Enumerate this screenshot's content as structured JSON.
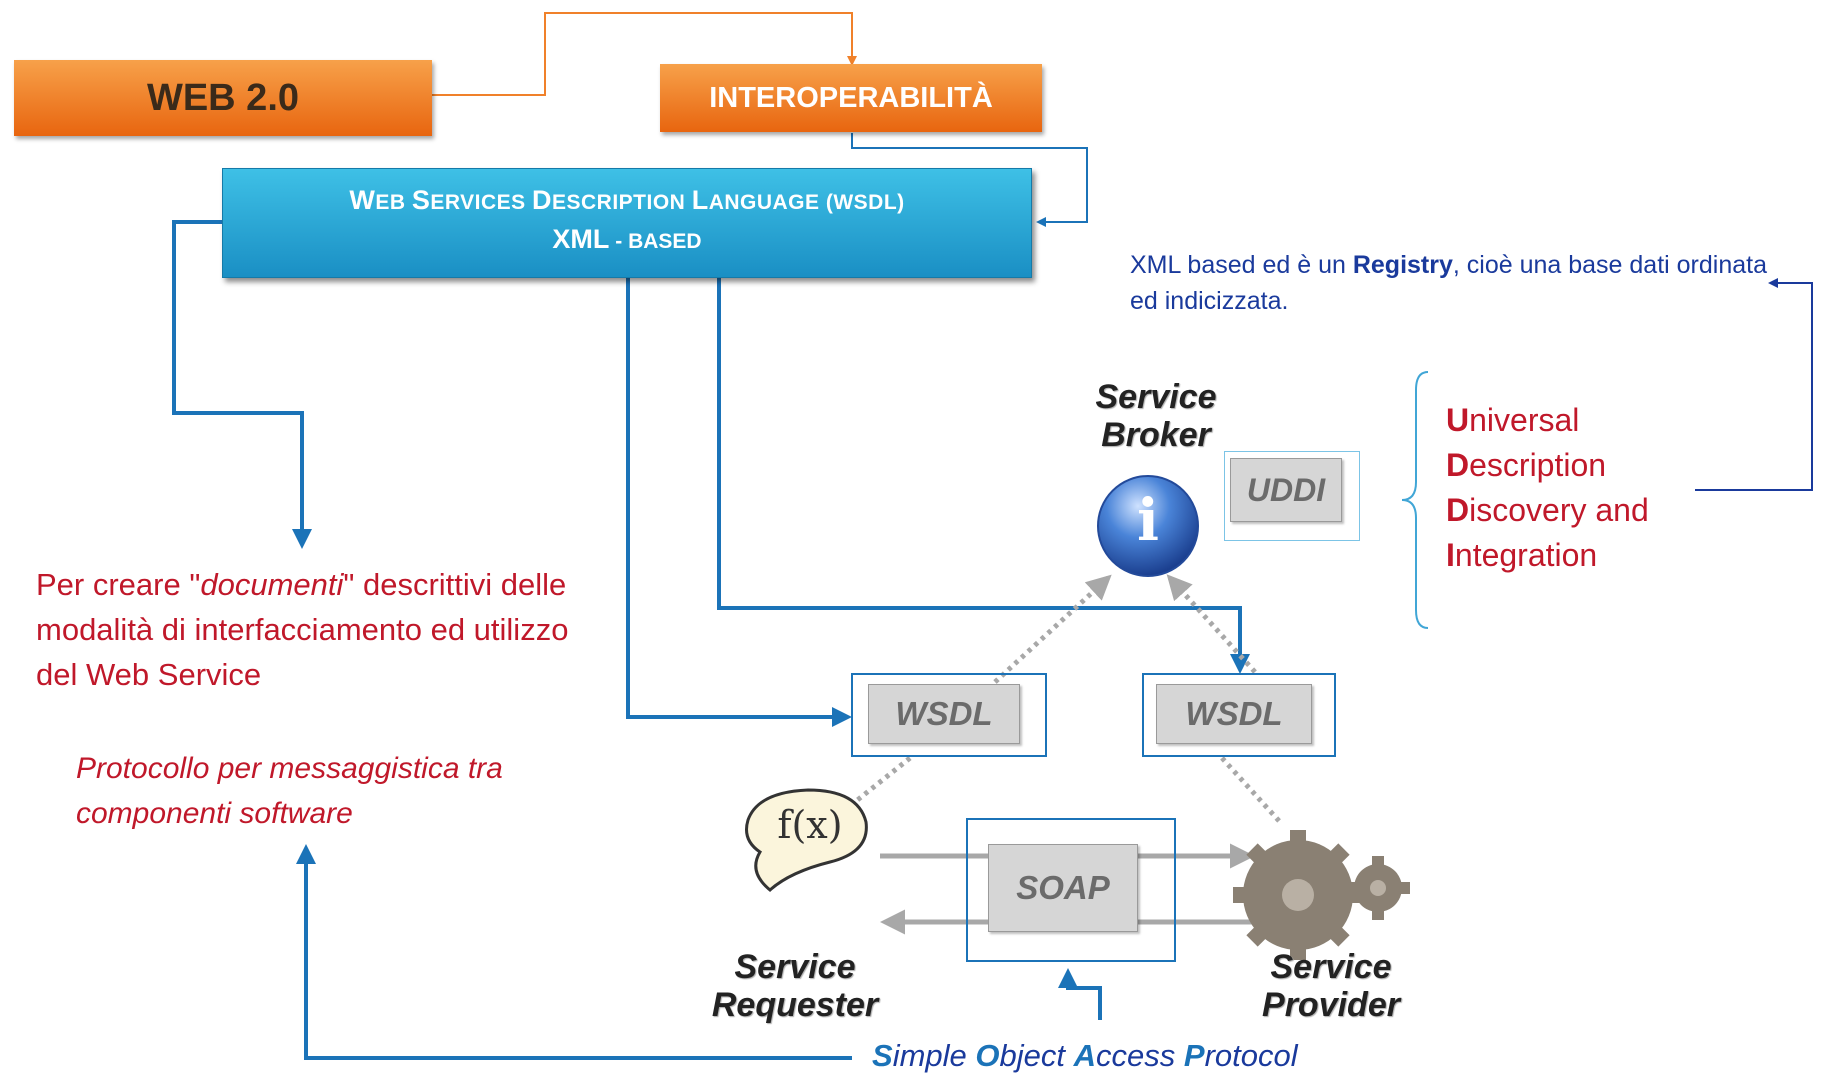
{
  "header": {
    "web20": "WEB 2.0",
    "interop": "INTEROPERABILITÀ"
  },
  "wsdl_box": {
    "line1_parts": [
      "W",
      "EB ",
      "S",
      "ERVICES ",
      "D",
      "ESCRIPTION ",
      "L",
      "ANGUAGE (WSDL)"
    ],
    "line2_big": "XML",
    "line2_small": " - BASED"
  },
  "registry_note": {
    "before": "XML based ed è un ",
    "bold": "Registry",
    "after": ", cioè una base dati ordinata ed indicizzata."
  },
  "uddi_expansion": [
    {
      "initial": "U",
      "rest": "niversal"
    },
    {
      "initial": "D",
      "rest": "escription"
    },
    {
      "initial": "D",
      "rest": "iscovery and"
    },
    {
      "initial": "I",
      "rest": "ntegration"
    }
  ],
  "wsdl_purpose": {
    "before": "Per creare \"",
    "italic": "documenti",
    "after": "\" descrittivi delle modalità di interfacciamento ed utilizzo del Web Service"
  },
  "soap_purpose": "Protocollo per messaggistica tra componenti software",
  "soap_expansion": [
    {
      "initial": "S",
      "rest": "imple "
    },
    {
      "initial": "O",
      "rest": "bject "
    },
    {
      "initial": "A",
      "rest": "ccess "
    },
    {
      "initial": "P",
      "rest": "rotocol"
    }
  ],
  "diagram": {
    "broker_label": "Service Broker",
    "requester_label": "Service Requester",
    "provider_label": "Service Provider",
    "uddi_doc": "UDDI",
    "wsdl_doc_left": "WSDL",
    "wsdl_doc_right": "WSDL",
    "soap_doc": "SOAP",
    "function_glyph": "f(x)",
    "info_glyph": "i"
  },
  "colors": {
    "orange": "#f0812a",
    "blue_box": "#2aa7d8",
    "connector_blue": "#1b73b8",
    "dark_blue_text": "#1a3a9c",
    "red_text": "#c0182a"
  }
}
